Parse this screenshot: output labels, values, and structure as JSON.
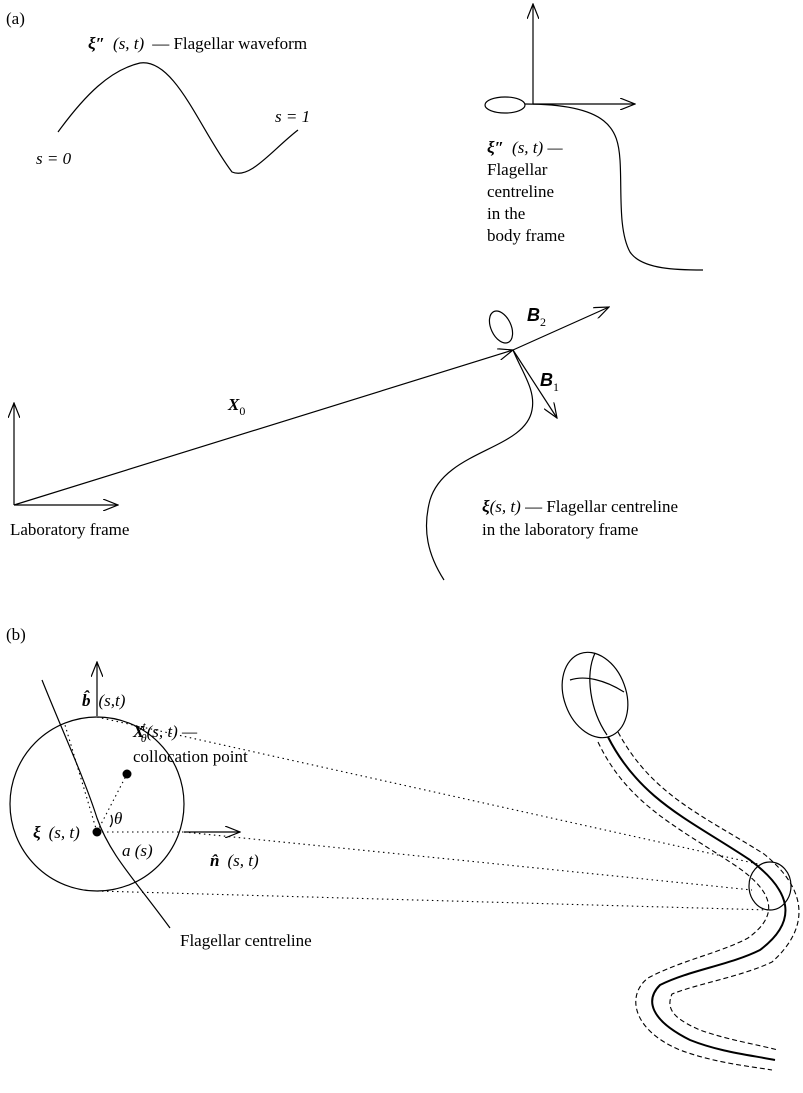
{
  "panel_a": {
    "label": "(a)",
    "waveform": {
      "symbol": "ξ″",
      "args": "(s, t)",
      "desc": "— Flagellar waveform",
      "s0": "s = 0",
      "s1": "s = 1"
    },
    "body_frame": {
      "symbol": "ξ″",
      "args": "(s, t) —",
      "line1": "Flagellar",
      "line2": "centreline",
      "line3": "in the",
      "line4": "body frame"
    },
    "b2": {
      "base": "B",
      "sub": "2"
    },
    "b1": {
      "base": "B",
      "sub": "1"
    },
    "x0": {
      "base": "X",
      "sub": "0"
    },
    "lab_frame": "Laboratory frame",
    "lab_centreline": {
      "symbol": "ξ",
      "args": "(s, t)",
      "line1": " — Flagellar centreline",
      "line2": "in the laboratory frame"
    }
  },
  "panel_b": {
    "label": "(b)",
    "b_hat": {
      "symbol": "b̂",
      "args": "(s,t)"
    },
    "collocation": {
      "base": "X",
      "sup": "t",
      "sub": "θ",
      "args": "(s, t) —",
      "line2": "collocation point"
    },
    "theta": "θ",
    "xi": {
      "symbol": "ξ",
      "args": "(s, t)"
    },
    "radius": "a (s)",
    "n_hat": {
      "symbol": "n̂",
      "args": "(s, t)"
    },
    "centreline_label": "Flagellar centreline"
  }
}
